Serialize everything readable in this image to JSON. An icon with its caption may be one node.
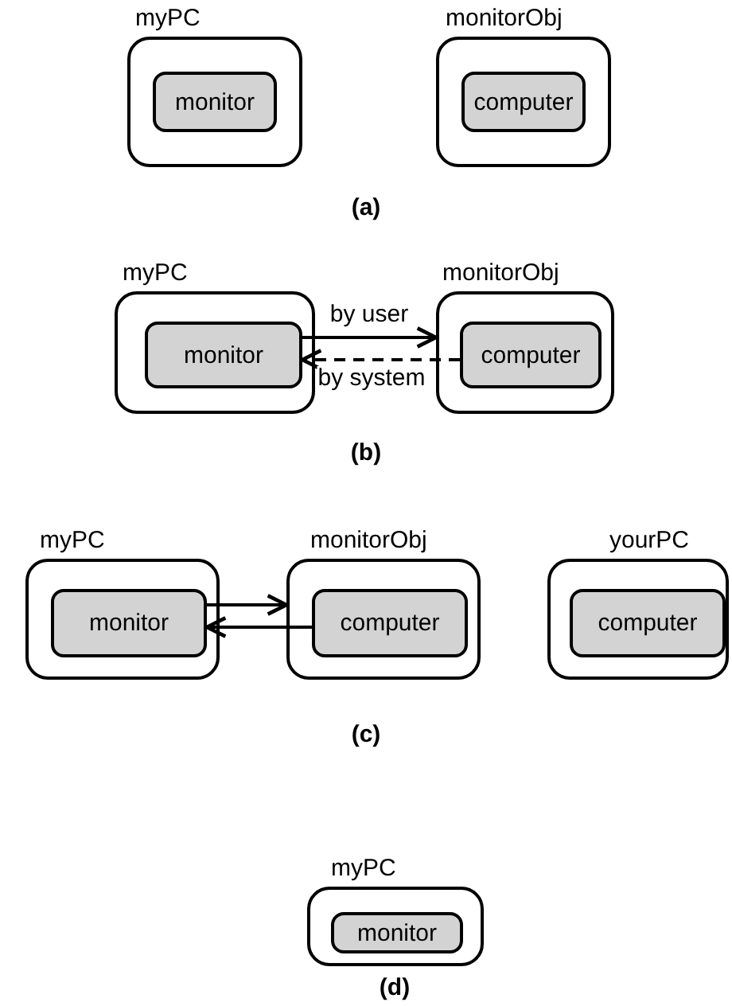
{
  "diagram": {
    "nodes": [
      {
        "text": [
          "myPC"
        ]
      },
      {
        "text": [
          "monitor"
        ],
        "in": 0
      },
      {
        "text": [
          "monitorObj"
        ]
      },
      {
        "text": [
          "computer"
        ],
        "in": 2
      },
      {
        "text": [
          "myPC"
        ]
      },
      {
        "text": [
          "monitor"
        ],
        "in": 4
      },
      {
        "text": [
          "monitorObj"
        ]
      },
      {
        "text": [
          "computer"
        ],
        "in": 6
      },
      {
        "text": [
          "myPC"
        ]
      },
      {
        "text": [
          "monitor"
        ],
        "in": 8
      },
      {
        "text": [
          "monitorObj"
        ]
      },
      {
        "text": [
          "computer"
        ],
        "in": 10
      },
      {
        "text": [
          "yourPC"
        ]
      },
      {
        "text": [
          "computer"
        ],
        "in": 12
      },
      {
        "text": [
          "myPC"
        ]
      },
      {
        "text": [
          "monitor"
        ],
        "in": 14
      }
    ],
    "edges": [
      {
        "from": 5,
        "to": 6,
        "arrow": "to",
        "label": "by user"
      },
      {
        "from": 7,
        "to": 5,
        "arrow": "to",
        "label": "by system",
        "style": "dashed"
      },
      {
        "from": 9,
        "to": 10,
        "arrow": "to"
      },
      {
        "from": 11,
        "to": 9,
        "arrow": "to"
      }
    ],
    "labels": [
      "(a)",
      "(b)",
      "(c)",
      "(d)"
    ]
  }
}
